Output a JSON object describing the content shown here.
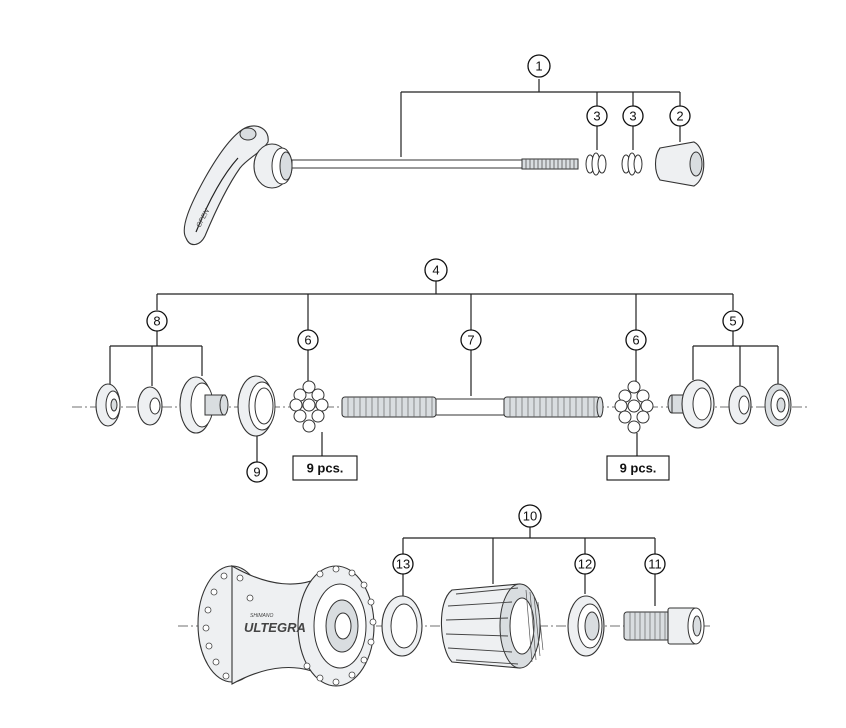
{
  "callouts": {
    "c1": "1",
    "c2": "2",
    "c3a": "3",
    "c3b": "3",
    "c4": "4",
    "c5": "5",
    "c6a": "6",
    "c6b": "6",
    "c7": "7",
    "c8": "8",
    "c9": "9",
    "c10": "10",
    "c11": "11",
    "c12": "12",
    "c13": "13"
  },
  "notes": {
    "balls_left": "9 pcs.",
    "balls_right": "9 pcs."
  },
  "labels": {
    "lever_text": "OPEN",
    "brand_small": "SHIMANO",
    "brand_large": "ULTEGRA"
  }
}
